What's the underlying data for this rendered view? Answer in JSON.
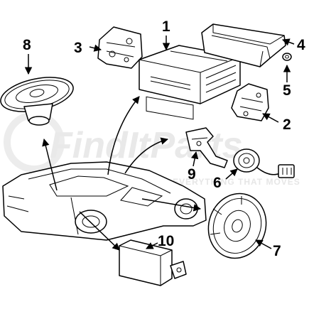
{
  "callouts": {
    "c1": "1",
    "c2": "2",
    "c3": "3",
    "c4": "4",
    "c5": "5",
    "c6": "6",
    "c7": "7",
    "c8": "8",
    "c9": "9",
    "c10": "10"
  },
  "watermark": {
    "brand": "FindItParts",
    "tagline": "TOOLS FOR EVERYTHING THAT MOVES"
  },
  "colors": {
    "ink": "#000000",
    "watermark": "#e9e9e9",
    "background": "#ffffff"
  }
}
